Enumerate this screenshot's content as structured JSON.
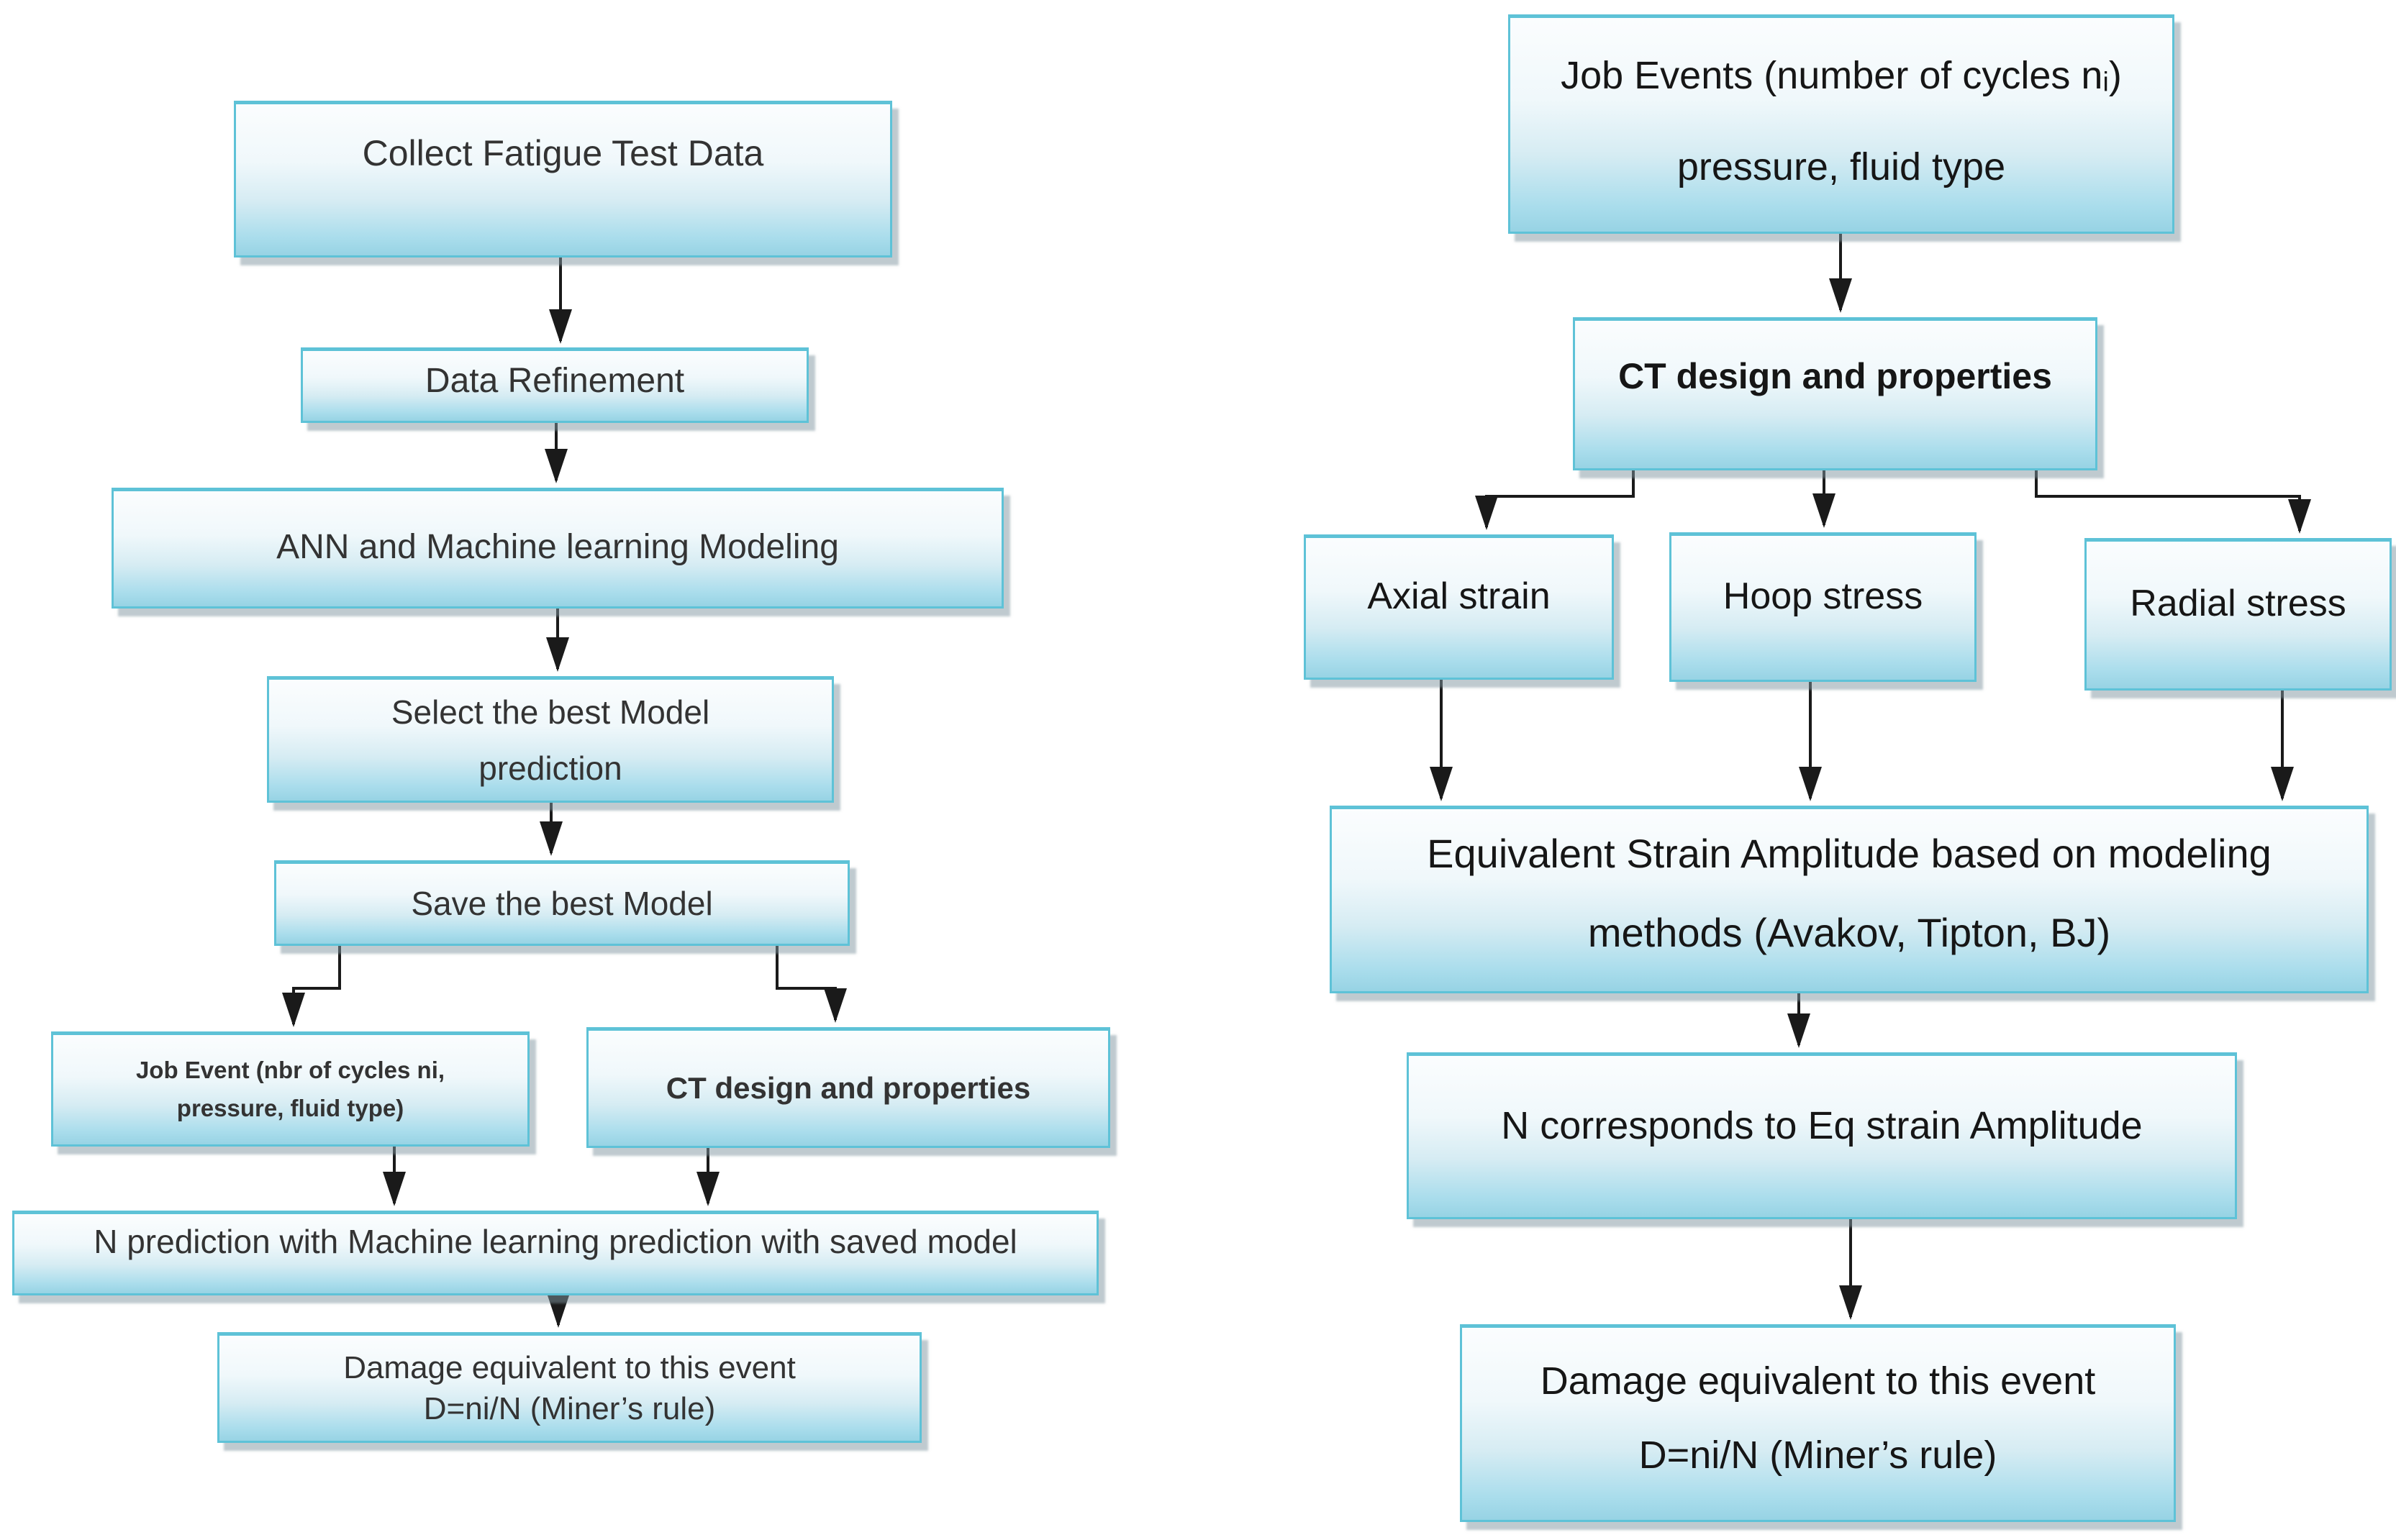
{
  "colors": {
    "box_border": "#5ec2d7",
    "box_fill_top": "#fbfdfe",
    "box_fill_bottom": "#97d3e4",
    "box_shadow": "#8096a0",
    "arrow": "#1a1a1a",
    "left_text": "#333333",
    "right_text": "#161616",
    "background": "#ffffff"
  },
  "left_chart": {
    "nodes": [
      {
        "id": "collect-fatigue-test-data",
        "lines": [
          "Collect Fatigue Test Data"
        ]
      },
      {
        "id": "data-refinement",
        "lines": [
          "Data Refinement"
        ]
      },
      {
        "id": "ann-ml-modeling",
        "lines": [
          "ANN and Machine learning Modeling"
        ]
      },
      {
        "id": "select-best-model",
        "lines": [
          "Select the best Model",
          "prediction"
        ]
      },
      {
        "id": "save-best-model",
        "lines": [
          "Save the best Model"
        ]
      },
      {
        "id": "job-event",
        "lines": [
          "Job Event (nbr of cycles ni,",
          "pressure, fluid type)"
        ]
      },
      {
        "id": "ct-design-properties",
        "lines": [
          "CT design and properties"
        ]
      },
      {
        "id": "n-prediction",
        "lines": [
          "N prediction with Machine learning prediction with saved model"
        ]
      },
      {
        "id": "damage-equivalent",
        "lines": [
          "Damage equivalent to this event",
          "D=ni/N (Miner’s rule)"
        ]
      }
    ]
  },
  "right_chart": {
    "nodes": [
      {
        "id": "job-events",
        "lines": [
          "Job Events (number of cycles nᵢ)",
          "pressure, fluid type"
        ]
      },
      {
        "id": "ct-design-properties",
        "lines": [
          "CT design and properties"
        ]
      },
      {
        "id": "axial-strain",
        "lines": [
          "Axial strain"
        ]
      },
      {
        "id": "hoop-stress",
        "lines": [
          "Hoop stress"
        ]
      },
      {
        "id": "radial-stress",
        "lines": [
          "Radial stress"
        ]
      },
      {
        "id": "equivalent-strain",
        "lines": [
          "Equivalent Strain Amplitude based on modeling",
          "methods (Avakov, Tipton, BJ)"
        ]
      },
      {
        "id": "n-corresponds",
        "lines": [
          "N corresponds to Eq strain Amplitude"
        ]
      },
      {
        "id": "damage-equivalent",
        "lines": [
          "Damage equivalent to this event",
          "D=ni/N (Miner’s rule)"
        ]
      }
    ]
  }
}
